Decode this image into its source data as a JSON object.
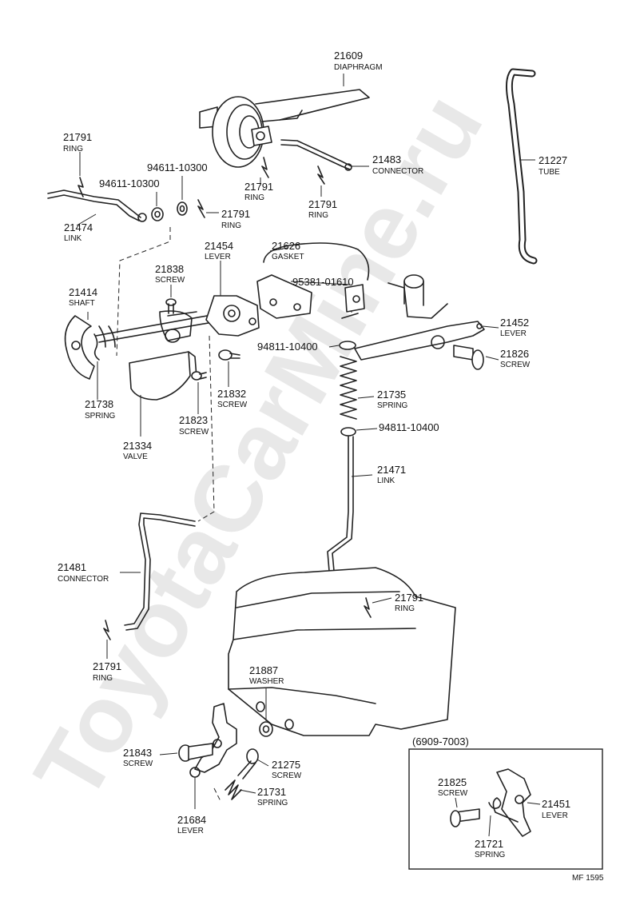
{
  "diagram": {
    "watermark": "ToyotaCarMine.ru",
    "inset_label": "(6909-7003)",
    "footer_code": "MF 1595",
    "labels": [
      {
        "id": "diaphragm",
        "num": "21609",
        "name": "DIAPHRAGM"
      },
      {
        "id": "tube",
        "num": "21227",
        "name": "TUBE"
      },
      {
        "id": "ring-top-left",
        "num": "21791",
        "name": "RING"
      },
      {
        "id": "washer-top-a",
        "num": "94611-10300",
        "name": ""
      },
      {
        "id": "washer-top-b",
        "num": "94611-10300",
        "name": ""
      },
      {
        "id": "connector-top",
        "num": "21483",
        "name": "CONNECTOR"
      },
      {
        "id": "ring-diaphragm",
        "num": "21791",
        "name": "RING"
      },
      {
        "id": "ring-connector",
        "num": "21791",
        "name": "RING"
      },
      {
        "id": "ring-link",
        "num": "21791",
        "name": "RING"
      },
      {
        "id": "link-top",
        "num": "21474",
        "name": "LINK"
      },
      {
        "id": "lever-21454",
        "num": "21454",
        "name": "LEVER"
      },
      {
        "id": "gasket",
        "num": "21626",
        "name": "GASKET"
      },
      {
        "id": "screw-21838",
        "num": "21838",
        "name": "SCREW"
      },
      {
        "id": "part-95381",
        "num": "95381-01610",
        "name": ""
      },
      {
        "id": "shaft",
        "num": "21414",
        "name": "SHAFT"
      },
      {
        "id": "lever-21452",
        "num": "21452",
        "name": "LEVER"
      },
      {
        "id": "washer-94811-a",
        "num": "94811-10400",
        "name": ""
      },
      {
        "id": "screw-21826",
        "num": "21826",
        "name": "SCREW"
      },
      {
        "id": "spring-21738",
        "num": "21738",
        "name": "SPRING"
      },
      {
        "id": "screw-21832",
        "num": "21832",
        "name": "SCREW"
      },
      {
        "id": "spring-21735",
        "num": "21735",
        "name": "SPRING"
      },
      {
        "id": "screw-21823",
        "num": "21823",
        "name": "SCREW"
      },
      {
        "id": "washer-94811-b",
        "num": "94811-10400",
        "name": ""
      },
      {
        "id": "valve",
        "num": "21334",
        "name": "VALVE"
      },
      {
        "id": "link-21471",
        "num": "21471",
        "name": "LINK"
      },
      {
        "id": "connector-21481",
        "num": "21481",
        "name": "CONNECTOR"
      },
      {
        "id": "ring-bottom-mid",
        "num": "21791",
        "name": "RING"
      },
      {
        "id": "ring-bottom-left",
        "num": "21791",
        "name": "RING"
      },
      {
        "id": "washer-21887",
        "num": "21887",
        "name": "WASHER"
      },
      {
        "id": "screw-21843",
        "num": "21843",
        "name": "SCREW"
      },
      {
        "id": "screw-21275",
        "num": "21275",
        "name": "SCREW"
      },
      {
        "id": "spring-21731",
        "num": "21731",
        "name": "SPRING"
      },
      {
        "id": "lever-21684",
        "num": "21684",
        "name": "LEVER"
      },
      {
        "id": "screw-21825",
        "num": "21825",
        "name": "SCREW"
      },
      {
        "id": "lever-21451",
        "num": "21451",
        "name": "LEVER"
      },
      {
        "id": "spring-21721",
        "num": "21721",
        "name": "SPRING"
      }
    ]
  }
}
